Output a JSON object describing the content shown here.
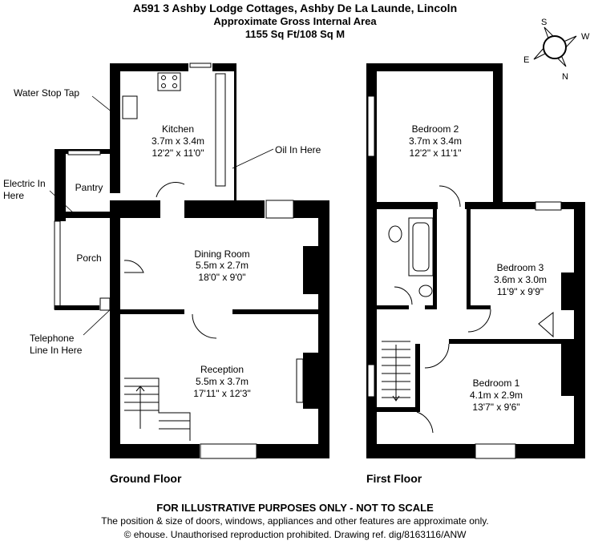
{
  "header": {
    "title": "A591 3 Ashby Lodge Cottages, Ashby De La Launde, Lincoln",
    "subtitle": "Approximate Gross Internal Area",
    "area": "1155 Sq Ft/108 Sq M"
  },
  "compass": {
    "n": "N",
    "s": "S",
    "e": "E",
    "w": "W"
  },
  "ground_floor": {
    "name": "Ground Floor",
    "rooms": [
      {
        "name": "Kitchen",
        "metric": "3.7m x 3.4m",
        "imperial": "12'2\" x 11'0\""
      },
      {
        "name": "Pantry"
      },
      {
        "name": "Porch"
      },
      {
        "name": "Dining Room",
        "metric": "5.5m x 2.7m",
        "imperial": "18'0\" x 9'0\""
      },
      {
        "name": "Reception",
        "metric": "5.5m x 3.7m",
        "imperial": "17'11\" x 12'3\""
      }
    ],
    "callouts": {
      "water": "Water Stop Tap",
      "oil": "Oil In Here",
      "electric_1": "Electric In",
      "electric_2": "Here",
      "telephone_1": "Telephone",
      "telephone_2": "Line In Here"
    }
  },
  "first_floor": {
    "name": "First Floor",
    "rooms": [
      {
        "name": "Bedroom 2",
        "metric": "3.7m x 3.4m",
        "imperial": "12'2\" x 11'1\""
      },
      {
        "name": "Bedroom 3",
        "metric": "3.6m x 3.0m",
        "imperial": "11'9\" x 9'9\""
      },
      {
        "name": "Bedroom 1",
        "metric": "4.1m x 2.9m",
        "imperial": "13'7\" x 9'6\""
      }
    ]
  },
  "footer": {
    "disclaimer": "FOR ILLUSTRATIVE PURPOSES ONLY - NOT TO SCALE",
    "note": "The position & size of doors, windows, appliances and other features are approximate only.",
    "copyright": "© ehouse. Unauthorised reproduction prohibited. Drawing ref. dig/8163116/ANW"
  }
}
